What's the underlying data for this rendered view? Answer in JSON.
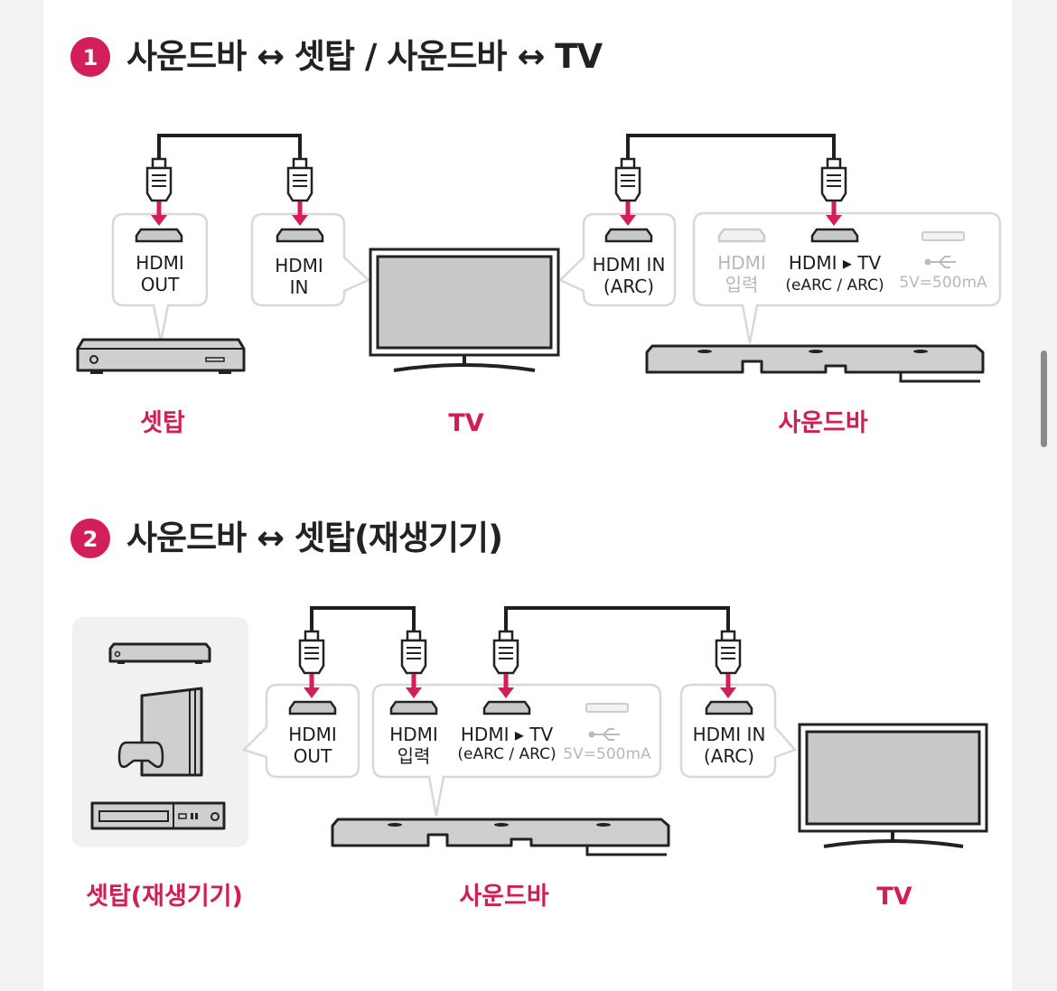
{
  "section1": {
    "number": "1",
    "title": "사운드바 ↔ 셋탑 / 사운드바 ↔ TV",
    "ports": {
      "settop_out": [
        "HDMI",
        "OUT"
      ],
      "tv_in": [
        "HDMI",
        "IN"
      ],
      "tv_in_arc": [
        "HDMI IN",
        "(ARC)"
      ],
      "soundbar_hdmi_in": [
        "HDMI",
        "입력"
      ],
      "soundbar_hdmi_tv": [
        "HDMI ▸ TV",
        "(eARC / ARC)"
      ],
      "soundbar_usb": "5V=500mA"
    },
    "device_labels": {
      "settop": "셋탑",
      "tv": "TV",
      "soundbar": "사운드바"
    }
  },
  "section2": {
    "number": "2",
    "title": "사운드바 ↔ 셋탑(재생기기)",
    "ports": {
      "player_out": [
        "HDMI",
        "OUT"
      ],
      "soundbar_hdmi_in": [
        "HDMI",
        "입력"
      ],
      "soundbar_hdmi_tv": [
        "HDMI ▸ TV",
        "(eARC / ARC)"
      ],
      "soundbar_usb": "5V=500mA",
      "tv_in_arc": [
        "HDMI IN",
        "(ARC)"
      ]
    },
    "device_labels": {
      "player": "셋탑(재생기기)",
      "soundbar": "사운드바",
      "tv": "TV"
    }
  },
  "colors": {
    "accent": "#d21f5a",
    "cable": "#1e1e1e",
    "device": "#cfcfcf"
  }
}
